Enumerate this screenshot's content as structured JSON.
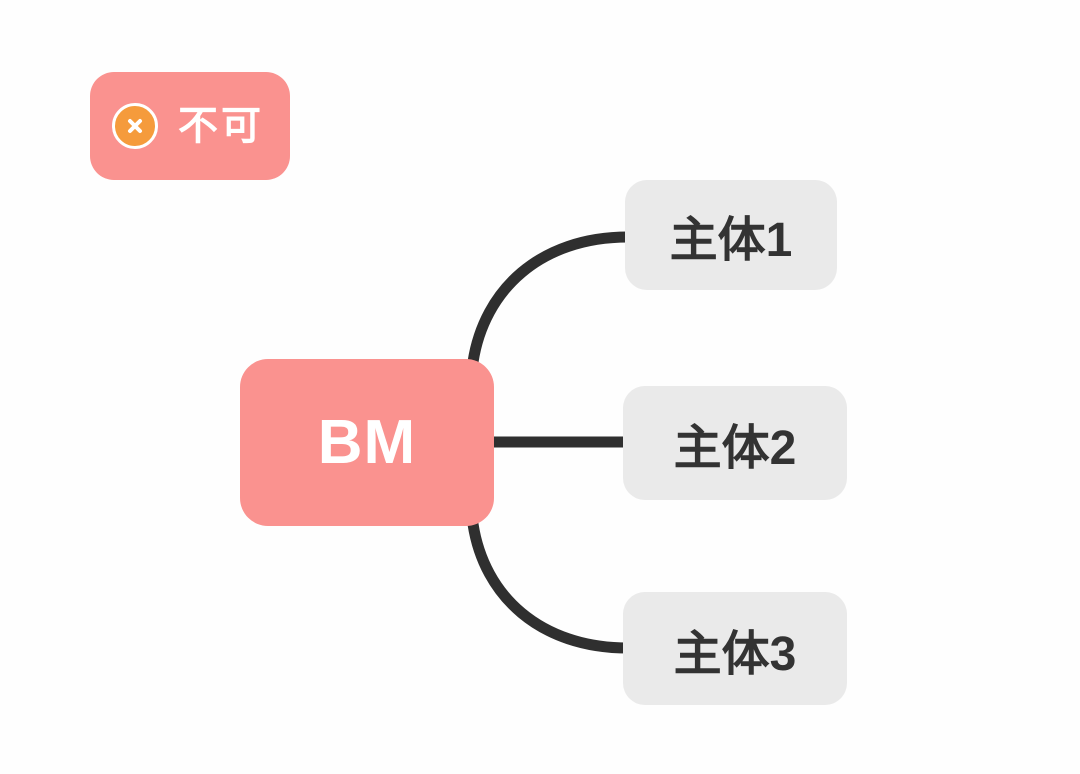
{
  "canvas": {
    "background": "#FEFEFE"
  },
  "badge": {
    "label": "不可",
    "icon": "x-circle-icon",
    "background": "#FA928F",
    "icon_color": "#F59B3C",
    "text_color": "#FFFFFF"
  },
  "mindmap": {
    "root": {
      "label": "BM",
      "background": "#FA928F",
      "text_color": "#FFFFFF"
    },
    "children": [
      {
        "label": "主体1"
      },
      {
        "label": "主体2"
      },
      {
        "label": "主体3"
      }
    ],
    "child_background": "#EAEAEA",
    "child_text_color": "#333333",
    "connector_color": "#2F2F2F"
  }
}
